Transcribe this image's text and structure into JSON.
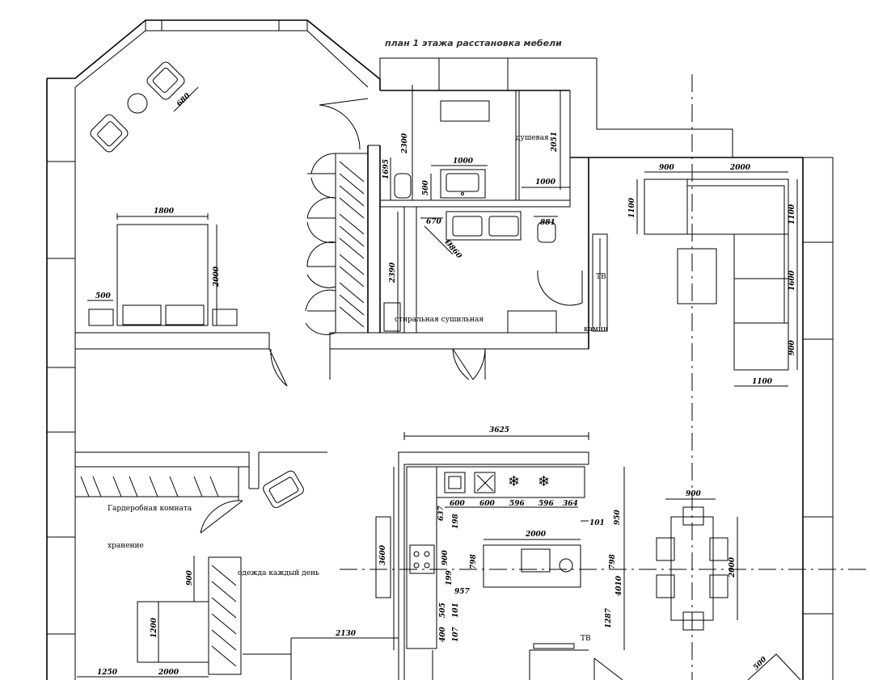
{
  "title": "план 1 этажа расстановка мебели",
  "rooms": {
    "wardrobe": "Гардеробная комната",
    "storage": "хранение",
    "daily_clothes": "одежда каждый день",
    "laundry": "стиральная сушильная",
    "shower": "душевая",
    "tv_1": "ТВ",
    "tv_2": "ТВ",
    "fireplace": "камин"
  },
  "dimensions": {
    "d680": "680",
    "d1800": "1800",
    "d2000_bed": "2000",
    "d500": "500",
    "d1695": "1695",
    "d2300": "2300",
    "d1000_sink": "1000",
    "d500_wc": "500",
    "d2051": "2051",
    "d1000_shower": "1000",
    "d670": "670",
    "d860": "Ø860",
    "d881": "881",
    "d2390": "2390",
    "d900_sofa": "900",
    "d2000_sofa": "2000",
    "d1100_left": "1100",
    "d1100_right": "1100",
    "d1600": "1600",
    "d900_right": "900",
    "d1100_bottom": "1100",
    "d3625": "3625",
    "d600a": "600",
    "d600b": "600",
    "d596a": "596",
    "d596b": "596",
    "d364": "364",
    "d637": "637",
    "d198": "198",
    "d101_top": "101",
    "d950": "950",
    "d2000_island": "2000",
    "d3600": "3600",
    "d900_k": "900",
    "d798_left": "798",
    "d199": "199",
    "d957": "957",
    "d798_right": "798",
    "d4010": "4010",
    "d505": "505",
    "d101": "101",
    "d400": "400",
    "d107": "107",
    "d1287": "1287",
    "d900_table": "900",
    "d2000_table": "2000",
    "d900_wr": "900",
    "d1200": "1200",
    "d2130": "2130",
    "d1250": "1250",
    "d2000_bottom": "2000",
    "d500_stair": "500"
  }
}
